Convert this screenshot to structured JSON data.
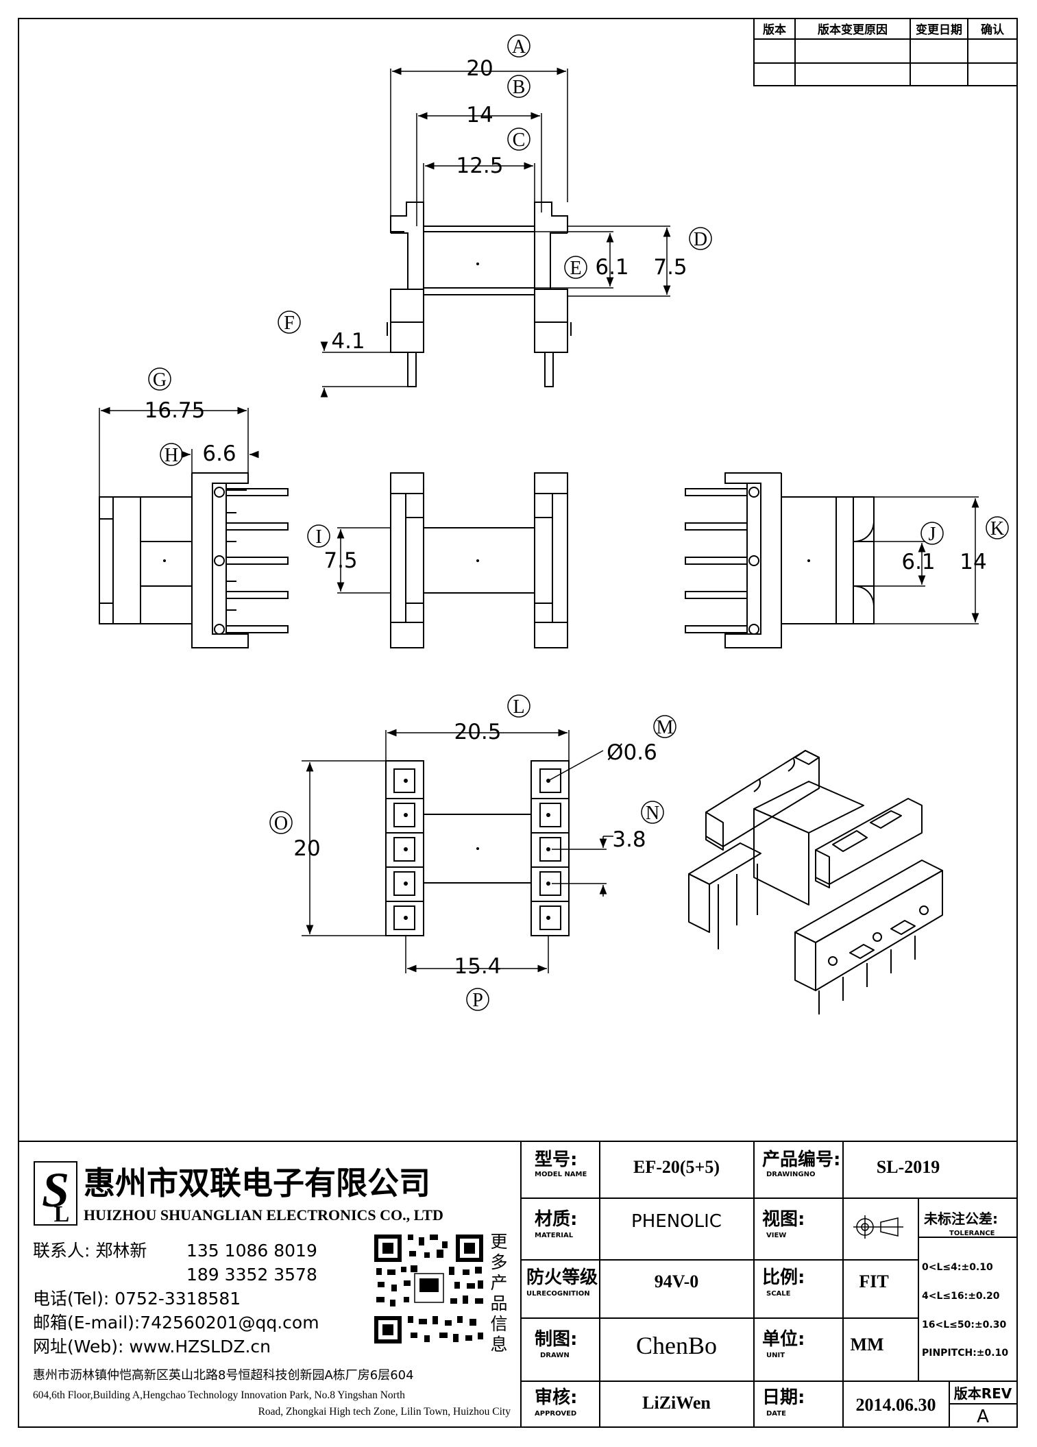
{
  "revision_table": {
    "headers": [
      "版本",
      "版本变更原因",
      "变更日期",
      "确认"
    ]
  },
  "dimensions": {
    "A": "20",
    "B": "14",
    "C": "12.5",
    "D": "7.5",
    "E": "6.1",
    "F": "4.1",
    "G": "16.75",
    "H": "6.6",
    "I": "7.5",
    "J": "6.1",
    "K": "14",
    "L": "20.5",
    "M": "Ø0.6",
    "N": "3.8",
    "O": "20",
    "P": "15.4"
  },
  "callouts": [
    "A",
    "B",
    "C",
    "D",
    "E",
    "F",
    "G",
    "H",
    "I",
    "J",
    "K",
    "L",
    "M",
    "N",
    "O",
    "P"
  ],
  "company": {
    "name_cn": "惠州市双联电子有限公司",
    "name_en": "HUIZHOU SHUANGLIAN ELECTRONICS CO., LTD",
    "contact_label": "联系人: 郑林新",
    "phone1": "135 1086 8019",
    "phone2": "189 3352 3578",
    "tel": "电话(Tel): 0752-3318581",
    "email": "邮箱(E-mail):742560201@qq.com",
    "web": "网址(Web): www.HZSLDZ.cn",
    "qr_caption": [
      "更",
      "多",
      "产",
      "品",
      "信",
      "息"
    ],
    "address_cn": "惠州市沥林镇仲恺高新区英山北路8号恒超科技创新园A栋厂房6层604",
    "address_en_1": "604,6th Floor,Building A,Hengchao Technology Innovation Park, No.8 Yingshan North",
    "address_en_2": "Road, Zhongkai High tech Zone, Lilin Town, Huizhou City"
  },
  "title_block": {
    "model_label_cn": "型号:",
    "model_label_en": "MODEL NAME",
    "model_value": "EF-20(5+5)",
    "drawingno_label_cn": "产品编号:",
    "drawingno_label_en": "DRAWINGNO",
    "drawingno_value": "SL-2019",
    "material_label_cn": "材质:",
    "material_label_en": "MATERIAL",
    "material_value": "PHENOLIC",
    "view_label_cn": "视图:",
    "view_label_en": "VIEW",
    "tolerance_label_cn": "未标注公差:",
    "tolerance_label_en": "TOLERANCE",
    "flame_label_cn": "防火等级",
    "flame_label_en": "ULRECOGNITION",
    "flame_value": "94V-0",
    "scale_label_cn": "比例:",
    "scale_label_en": "SCALE",
    "scale_value": "FIT",
    "drawn_label_cn": "制图:",
    "drawn_label_en": "DRAWN",
    "drawn_value": "ChenBo",
    "unit_label_cn": "单位:",
    "unit_label_en": "UNIT",
    "unit_value": "MM",
    "approved_label_cn": "审核:",
    "approved_label_en": "APPROVED",
    "approved_value": "LiZiWen",
    "date_label_cn": "日期:",
    "date_label_en": "DATE",
    "date_value": "2014.06.30",
    "rev_label": "版本REV",
    "rev_value": "A",
    "tolerances": [
      "0<L≤4:±0.10",
      "4<L≤16:±0.20",
      "16<L≤50:±0.30",
      "PINPITCH:±0.10"
    ]
  }
}
